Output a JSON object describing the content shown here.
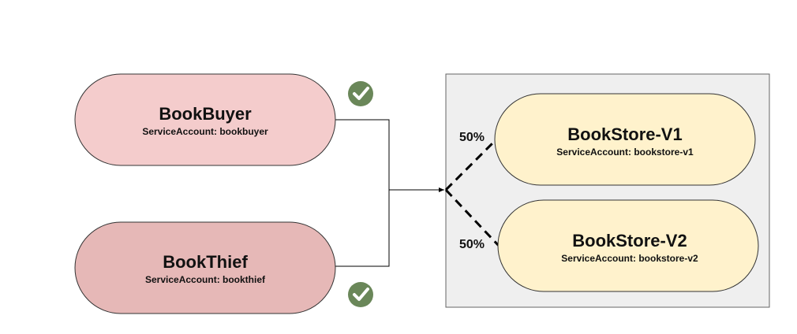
{
  "colors": {
    "buyer_fill": "#f4cccc",
    "thief_fill": "#e6b8b7",
    "store_fill": "#fff2cc",
    "group_fill": "#efefef",
    "check_fill": "#6a8759",
    "line": "#000000"
  },
  "clients": {
    "buyer": {
      "title": "BookBuyer",
      "account": "ServiceAccount: bookbuyer",
      "status_icon": "check-circle-icon"
    },
    "thief": {
      "title": "BookThief",
      "account": "ServiceAccount: bookthief",
      "status_icon": "check-circle-icon"
    }
  },
  "stores": {
    "v1": {
      "title": "BookStore-V1",
      "account": "ServiceAccount: bookstore-v1",
      "weight": "50%"
    },
    "v2": {
      "title": "BookStore-V2",
      "account": "ServiceAccount: bookstore-v2",
      "weight": "50%"
    }
  }
}
